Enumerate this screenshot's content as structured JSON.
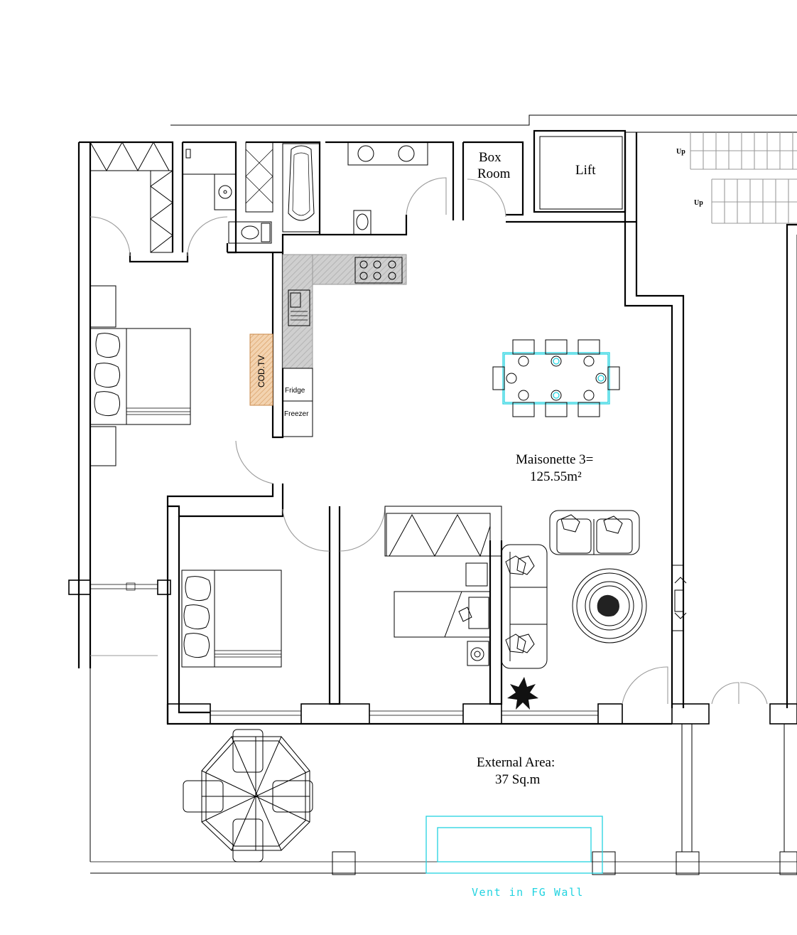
{
  "plan": {
    "rooms": {
      "box_room_line1": "Box",
      "box_room_line2": "Room",
      "lift": "Lift",
      "maisonette_line1": "Maisonette 3=",
      "maisonette_line2": "125.55m²",
      "external_line1": "External Area:",
      "external_line2": "37 Sq.m"
    },
    "fixtures": {
      "fridge": "Fridge",
      "freezer": "Freezer",
      "tv": "COD.TV"
    },
    "stairs": {
      "up_upper": "Up",
      "up_lower": "Up"
    },
    "notes": {
      "vent": "Vent in FG Wall"
    },
    "colors": {
      "wall": "#000000",
      "annotation": "#22d3e0",
      "worktop": "#c8c8c8",
      "tv_unit": "#e8b887"
    }
  }
}
